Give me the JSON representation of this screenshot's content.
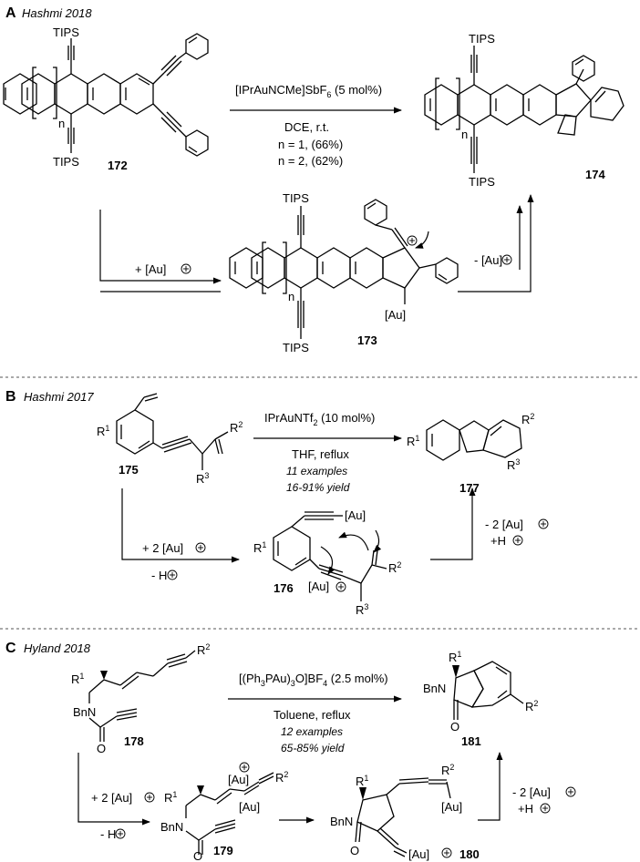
{
  "panels": {
    "A": {
      "letter": "A",
      "ref": "Hashmi 2018",
      "reagent": "[IPrAuNCMe]SbF",
      "reagent_sub": "6",
      "reagent_tail": " (5 mol%)",
      "solvent": "DCE, r.t.",
      "yield1": "n = 1, (66%)",
      "yield2": "n =  2, (62%)",
      "sm_label": "172",
      "int_label": "173",
      "prod_label": "174",
      "tips": "TIPS",
      "n": "n",
      "add_au": "+ [Au]",
      "rem_au": "- [Au]",
      "au": "[Au]"
    },
    "B": {
      "letter": "B",
      "ref": "Hashmi 2017",
      "reagent": "IPrAuNTf",
      "reagent_sub": "2",
      "reagent_tail": " (10 mol%)",
      "solvent": "THF, reflux",
      "examples": "11 examples",
      "yield": "16-91% yield",
      "sm_label": "175",
      "int_label": "176",
      "prod_label": "177",
      "add_au": "+ 2 [Au]",
      "rem_h": "- H",
      "rem_au": "- 2 [Au]",
      "add_h": "+H",
      "au": "[Au]",
      "r1": "R",
      "r1_sup": "1",
      "r2": "R",
      "r2_sup": "2",
      "r3": "R",
      "r3_sup": "3"
    },
    "C": {
      "letter": "C",
      "ref": "Hyland 2018",
      "reagent": "[(Ph",
      "reagent_sub1": "3",
      "reagent_mid": "PAu)",
      "reagent_sub2": "3",
      "reagent_mid2": "O]BF",
      "reagent_sub3": "4",
      "reagent_tail": " (2.5 mol%)",
      "solvent": "Toluene, reflux",
      "examples": "12 examples",
      "yield": "65-85% yield",
      "sm_label": "178",
      "int1_label": "179",
      "int2_label": "180",
      "prod_label": "181",
      "add_au": "+ 2 [Au]",
      "rem_h": "- H",
      "rem_au": "- 2 [Au]",
      "add_h": "+H",
      "au": "[Au]",
      "bnn": "BnN",
      "o": "O",
      "r1": "R",
      "r1_sup": "1",
      "r2": "R",
      "r2_sup": "2"
    }
  }
}
